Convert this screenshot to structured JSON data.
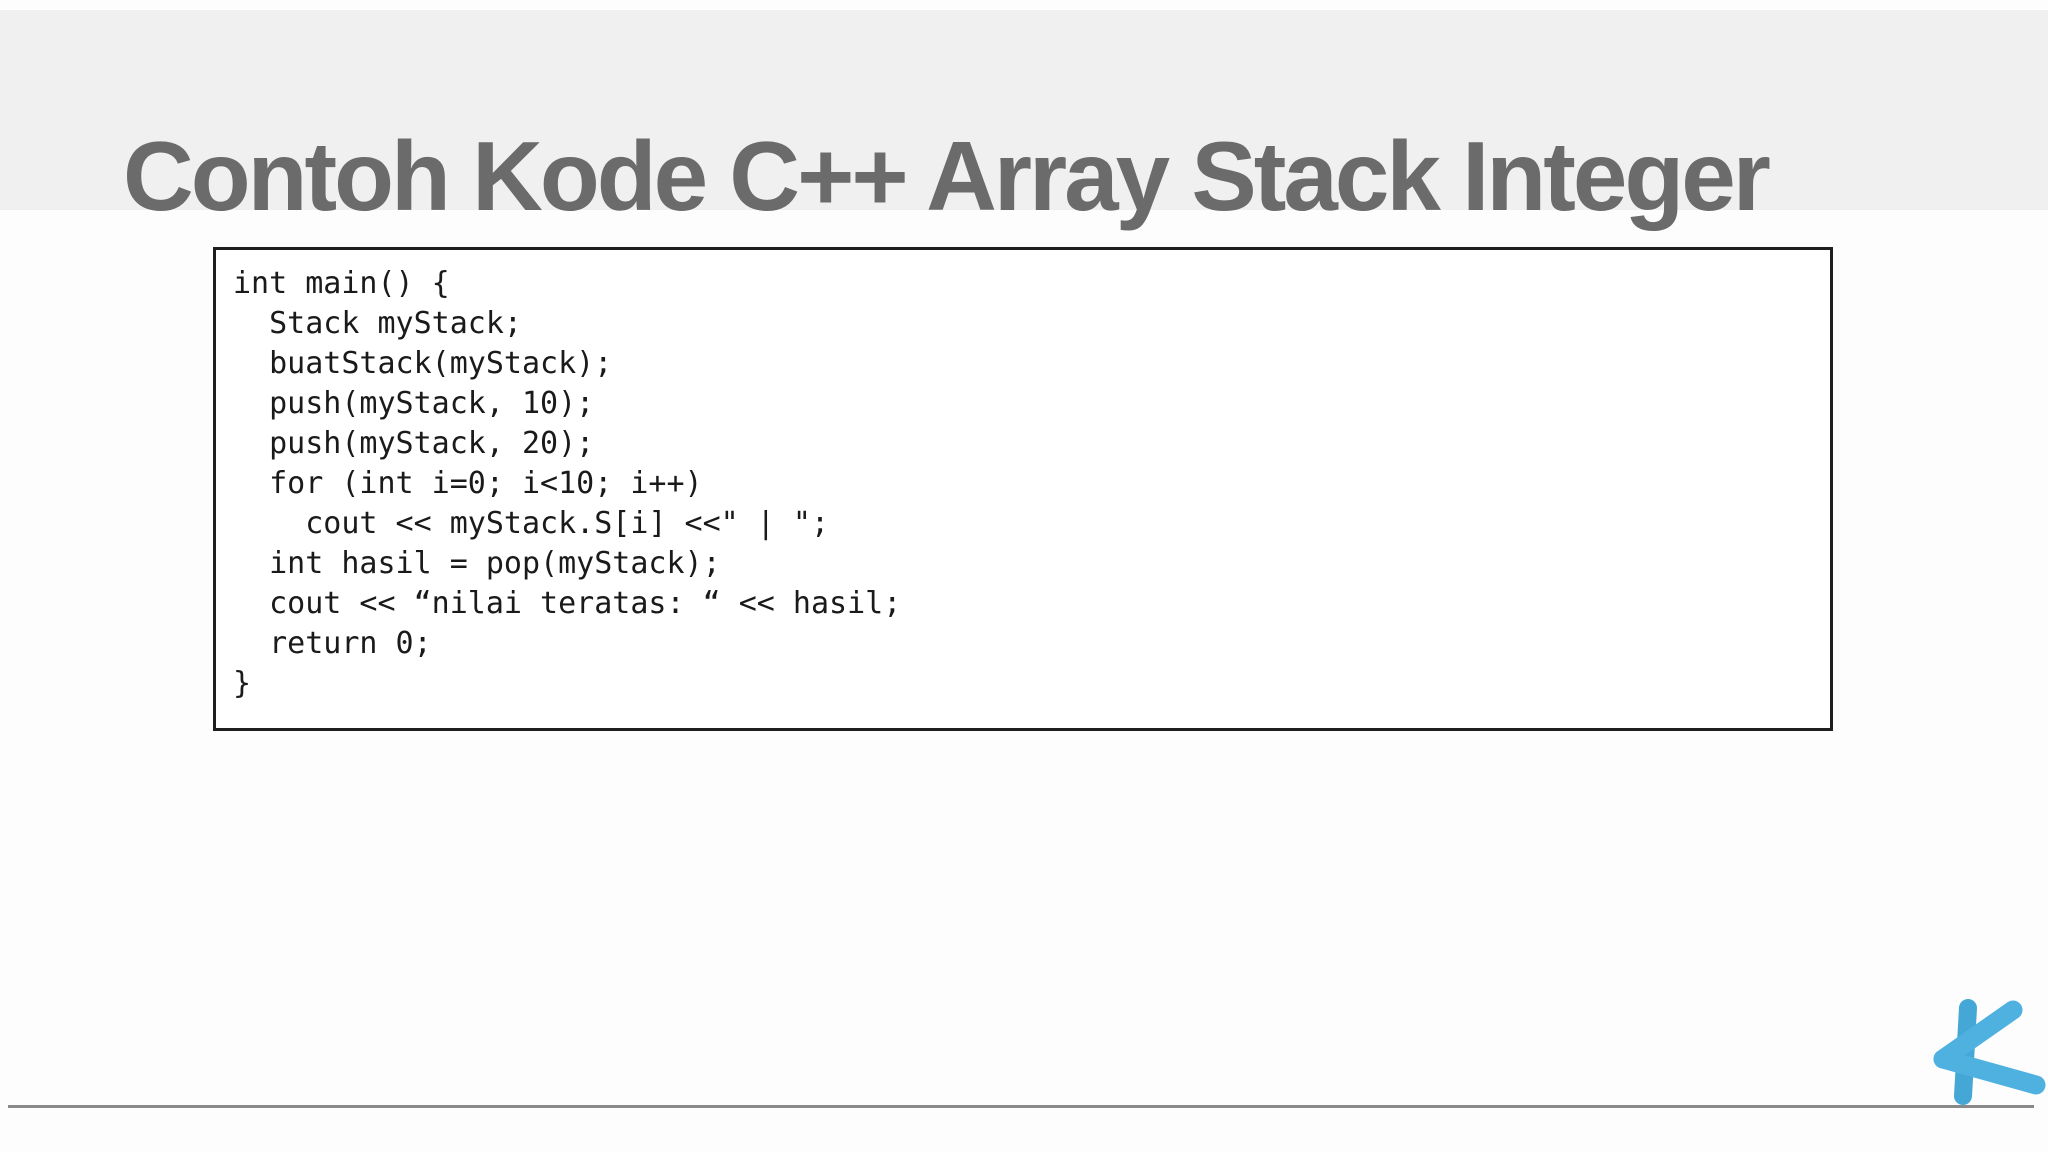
{
  "slide": {
    "title": "Contoh Kode C++ Array Stack Integer",
    "code": {
      "language": "cpp",
      "lines": [
        "int main() {",
        "  Stack myStack;",
        "  buatStack(myStack);",
        "  push(myStack, 10);",
        "  push(myStack, 20);",
        "  for (int i=0; i<10; i++)",
        "    cout << myStack.S[i] <<\" | \";",
        "  int hasil = pop(myStack);",
        "  cout << “nilai teratas: “ << hasil;",
        "  return 0;",
        "}"
      ]
    },
    "logo": "k-logo",
    "colors": {
      "header_bg": "#f0f0f0",
      "title_text": "#6b6b6b",
      "code_text": "#1a1a1a",
      "box_border": "#1f1f1f",
      "footer_rule": "#898989",
      "logo_blue_bar": "#45a7d5",
      "logo_blue_arm": "#4fb1e0"
    }
  }
}
